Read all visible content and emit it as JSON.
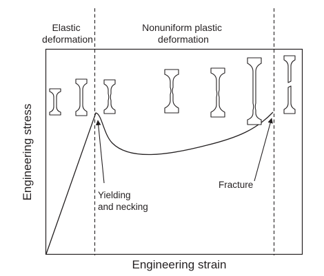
{
  "regions": {
    "elastic": [
      "Elastic",
      "deformation"
    ],
    "plastic": [
      "Nonuniform plastic",
      "deformation"
    ]
  },
  "annotations": {
    "yielding": [
      "Yielding",
      "and necking"
    ],
    "fracture": "Fracture"
  },
  "axes": {
    "xlabel": "Engineering strain",
    "ylabel": "Engineering stress"
  },
  "curve": {
    "stages": [
      "elastic loading",
      "yield point",
      "necking drop",
      "strain hardening",
      "fracture"
    ]
  },
  "colors": {
    "ink": "#231f20",
    "background": "#ffffff"
  }
}
